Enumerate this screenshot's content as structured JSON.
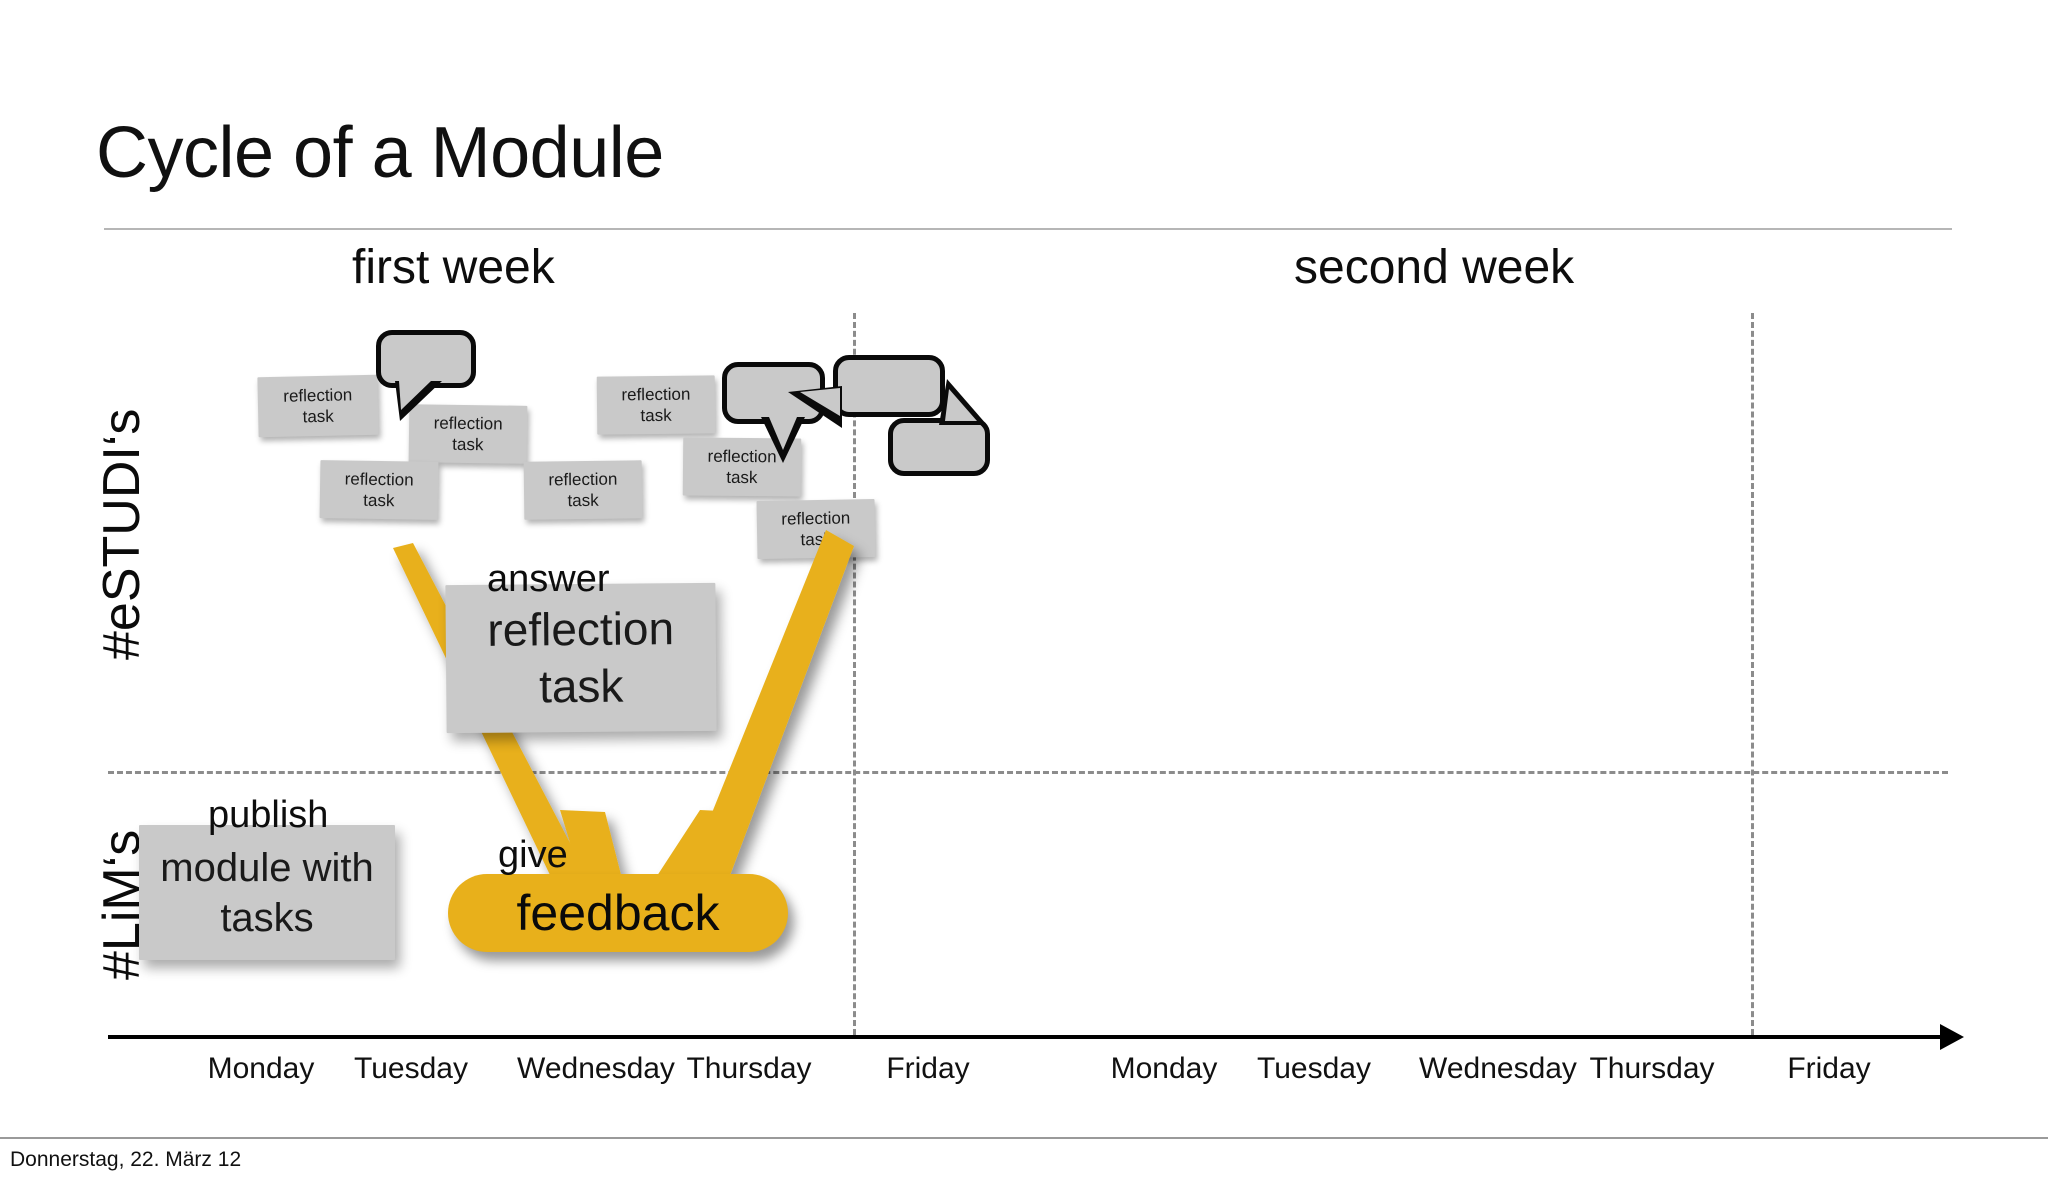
{
  "slide": {
    "title": "Cycle of a Module",
    "footer_date": "Donnerstag, 22. März 12",
    "accent_yellow": "#E8B01B",
    "note_gray": "#C9C9C9",
    "ink": "#0A0A0A"
  },
  "timeline": {
    "week_headers": [
      {
        "label": "first week"
      },
      {
        "label": "second week"
      }
    ],
    "row_labels": [
      {
        "label": "#eSTUDI‘s"
      },
      {
        "label": "#LiM‘s"
      }
    ],
    "day_labels": [
      "Monday",
      "Tuesday",
      "Wednesday",
      "Thursday",
      "Friday",
      "Monday",
      "Tuesday",
      "Wednesday",
      "Thursday",
      "Friday"
    ]
  },
  "notes": {
    "small_text_line1": "reflection",
    "small_text_line2": "task",
    "big_reflection_line1": "reflection",
    "big_reflection_line2": "task",
    "module_line1": "module with",
    "module_line2": "tasks"
  },
  "captions": {
    "answer": "answer",
    "publish": "publish",
    "give": "give",
    "feedback": "feedback"
  }
}
